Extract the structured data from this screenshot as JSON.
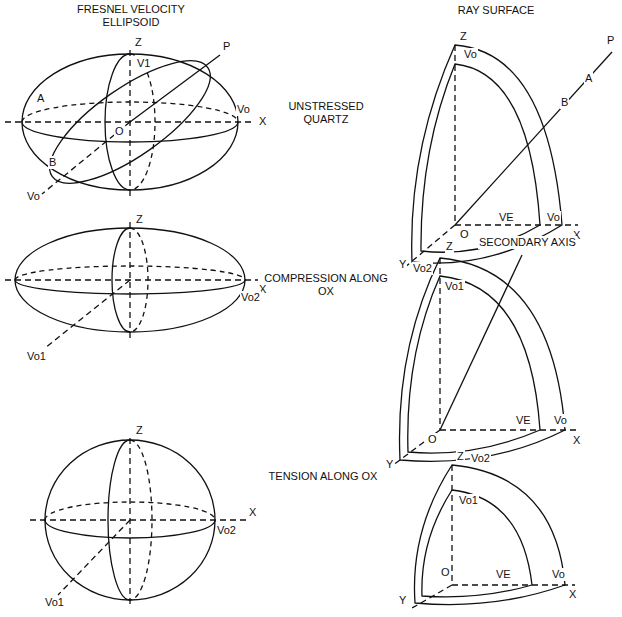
{
  "diagram": {
    "labels": [
      "FRESNEL VELOCITY ELLIPSOID",
      "Z",
      "V1",
      "P",
      "A",
      "O",
      "X",
      "Vo",
      "B",
      "Vo",
      "UNSTRESSED QUARTZ",
      "RAY SURFACE",
      "Z",
      "Vo",
      "P",
      "A",
      "B",
      "O",
      "VE",
      "Vo",
      "X",
      "Y",
      "Z",
      "X",
      "Vo2",
      "Vo1",
      "COMPRESSION ALONG OX",
      "Z",
      "SECONDARY AXIS",
      "Vo2",
      "Vo1",
      "O",
      "VE",
      "Vo",
      "X",
      "Y",
      "Z",
      "X",
      "Vo2",
      "Vo1",
      "TENSION ALONG OX",
      "Z",
      "Vo2",
      "Vo1",
      "O",
      "VE",
      "Vo",
      "X",
      "Y"
    ]
  }
}
